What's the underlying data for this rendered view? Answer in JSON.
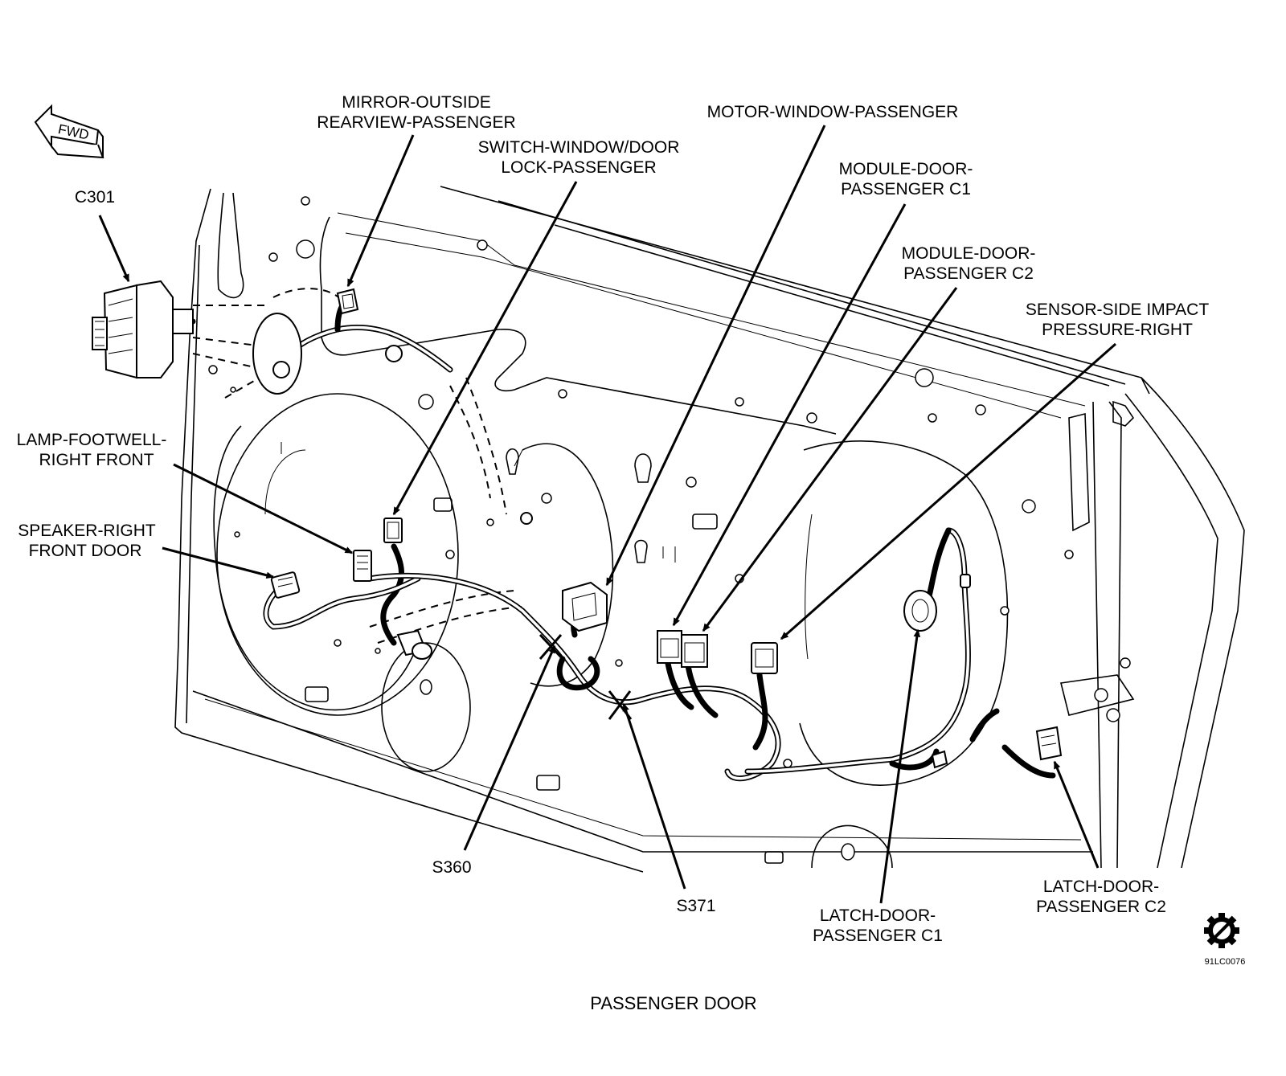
{
  "diagram": {
    "caption": "PASSENGER DOOR",
    "figure_code": "91LC0076",
    "fwd_label": "FWD",
    "callouts": {
      "c301": "C301",
      "mirror": [
        "MIRROR-OUTSIDE",
        "REARVIEW-PASSENGER"
      ],
      "switch": [
        "SWITCH-WINDOW/DOOR",
        "LOCK-PASSENGER"
      ],
      "motor": [
        "MOTOR-WINDOW-PASSENGER"
      ],
      "module_c1": [
        "MODULE-DOOR-",
        "PASSENGER C1"
      ],
      "module_c2": [
        "MODULE-DOOR-",
        "PASSENGER C2"
      ],
      "sensor": [
        "SENSOR-SIDE IMPACT",
        "PRESSURE-RIGHT"
      ],
      "lamp": [
        "LAMP-FOOTWELL-",
        "RIGHT FRONT"
      ],
      "speaker": [
        "SPEAKER-RIGHT",
        "FRONT DOOR"
      ],
      "s360": "S360",
      "s371": "S371",
      "latch_c1": [
        "LATCH-DOOR-",
        "PASSENGER C1"
      ],
      "latch_c2": [
        "LATCH-DOOR-",
        "PASSENGER C2"
      ]
    }
  }
}
